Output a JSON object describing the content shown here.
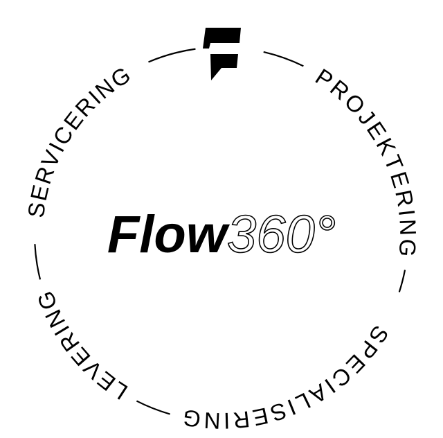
{
  "brand": {
    "name_solid": "Flow",
    "name_outline": "360°",
    "logo_icon": "flow-f-icon"
  },
  "ring": {
    "items": [
      {
        "label": "PROJEKTERING"
      },
      {
        "label": "SPECIALISERING"
      },
      {
        "label": "LEVERING"
      },
      {
        "label": "SERVICERING"
      }
    ]
  },
  "colors": {
    "ink": "#000000",
    "background": "#ffffff"
  }
}
